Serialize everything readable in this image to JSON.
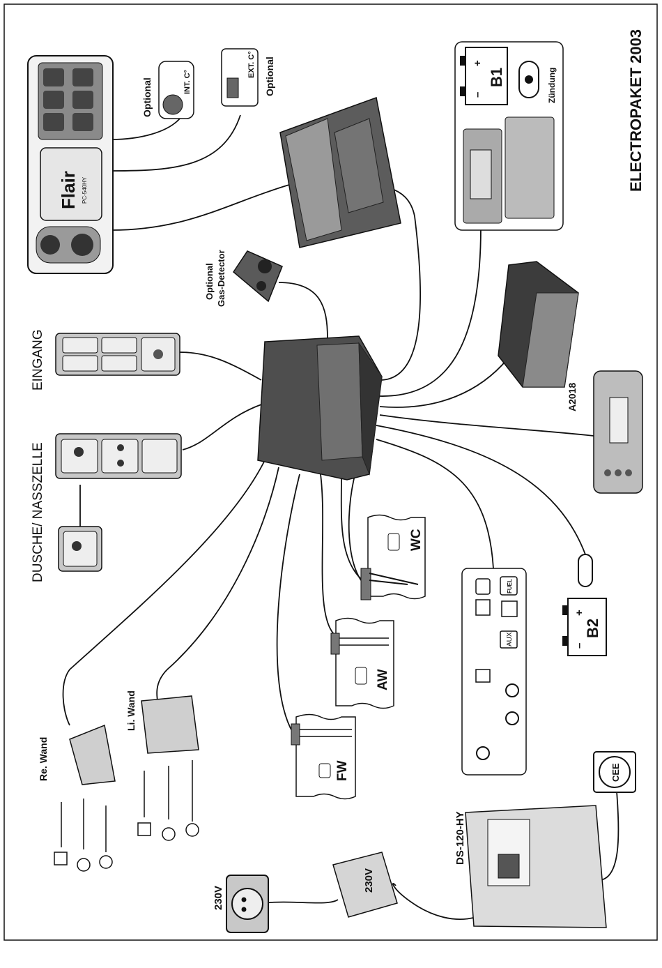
{
  "title": "ELECTROPAKET 2003",
  "labels": {
    "optional_int": "Optional",
    "int_c": "INT. C°",
    "ext_c": "EXT. C°",
    "optional_ext": "Optional",
    "gas_optional": "Optional",
    "gas_detector": "Gas-Detector",
    "eingang": "EINGANG",
    "dusche": "DUSCHE/ NASSZELLE",
    "panel_brand": "Flair",
    "panel_model": "PC-540HY",
    "b1": "B1",
    "b2": "B2",
    "zuendung": "Zündung",
    "a2018": "A2018",
    "wc": "WC",
    "aw": "AW",
    "fw": "FW",
    "re_wand": "Re. Wand",
    "li_wand": "Li. Wand",
    "ds120": "DS-120-HY",
    "v230_a": "230V",
    "v230_b": "230V",
    "cee": "CEE",
    "aux": "AUX",
    "fuel": "FUEL",
    "plus": "+",
    "minus": "–"
  }
}
